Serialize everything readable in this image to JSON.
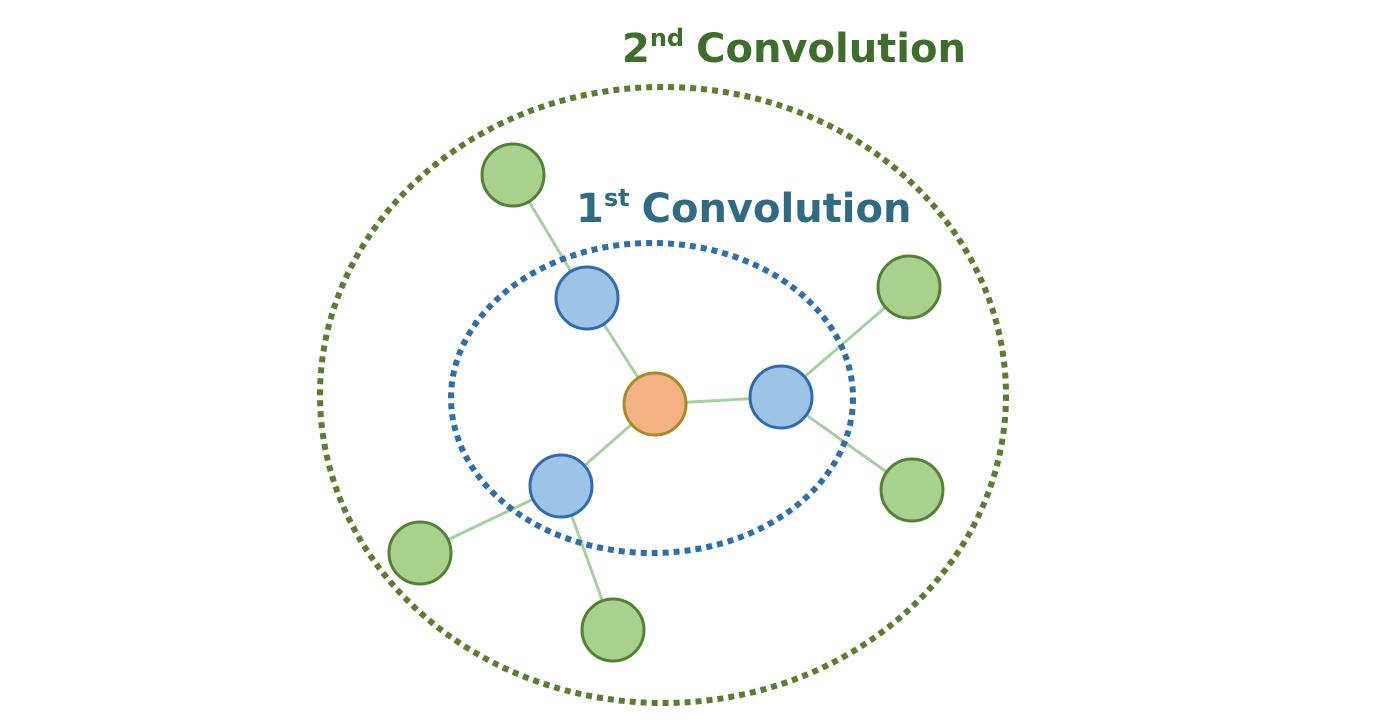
{
  "labels": {
    "second": {
      "number": "2",
      "suffix": "nd",
      "word": "Convolution"
    },
    "first": {
      "number": "1",
      "suffix": "st",
      "word": "Convolution"
    }
  },
  "colors": {
    "second_label": "#3d6e2c",
    "first_label": "#2f6b84",
    "second_ring": "#5b7d2f",
    "first_ring": "#2f6fa8",
    "edge": "#a6d0a2",
    "center_fill": "#f4b183",
    "center_stroke": "#a98a2a",
    "first_fill": "#9dc3e6",
    "first_stroke": "#2e6bb0",
    "second_fill": "#a9d18e",
    "second_stroke": "#548235"
  },
  "graph": {
    "center_node": "center",
    "first_order_nodes": [
      "n1-top",
      "n1-right",
      "n1-bottom"
    ],
    "second_order_nodes": [
      "n2-top-left",
      "n2-right-upper",
      "n2-right-lower",
      "n2-left-lower",
      "n2-bottom"
    ],
    "edges": [
      [
        "center",
        "n1-top"
      ],
      [
        "center",
        "n1-right"
      ],
      [
        "center",
        "n1-bottom"
      ],
      [
        "n1-top",
        "n2-top-left"
      ],
      [
        "n1-right",
        "n2-right-upper"
      ],
      [
        "n1-right",
        "n2-right-lower"
      ],
      [
        "n1-bottom",
        "n2-left-lower"
      ],
      [
        "n1-bottom",
        "n2-bottom"
      ]
    ]
  }
}
